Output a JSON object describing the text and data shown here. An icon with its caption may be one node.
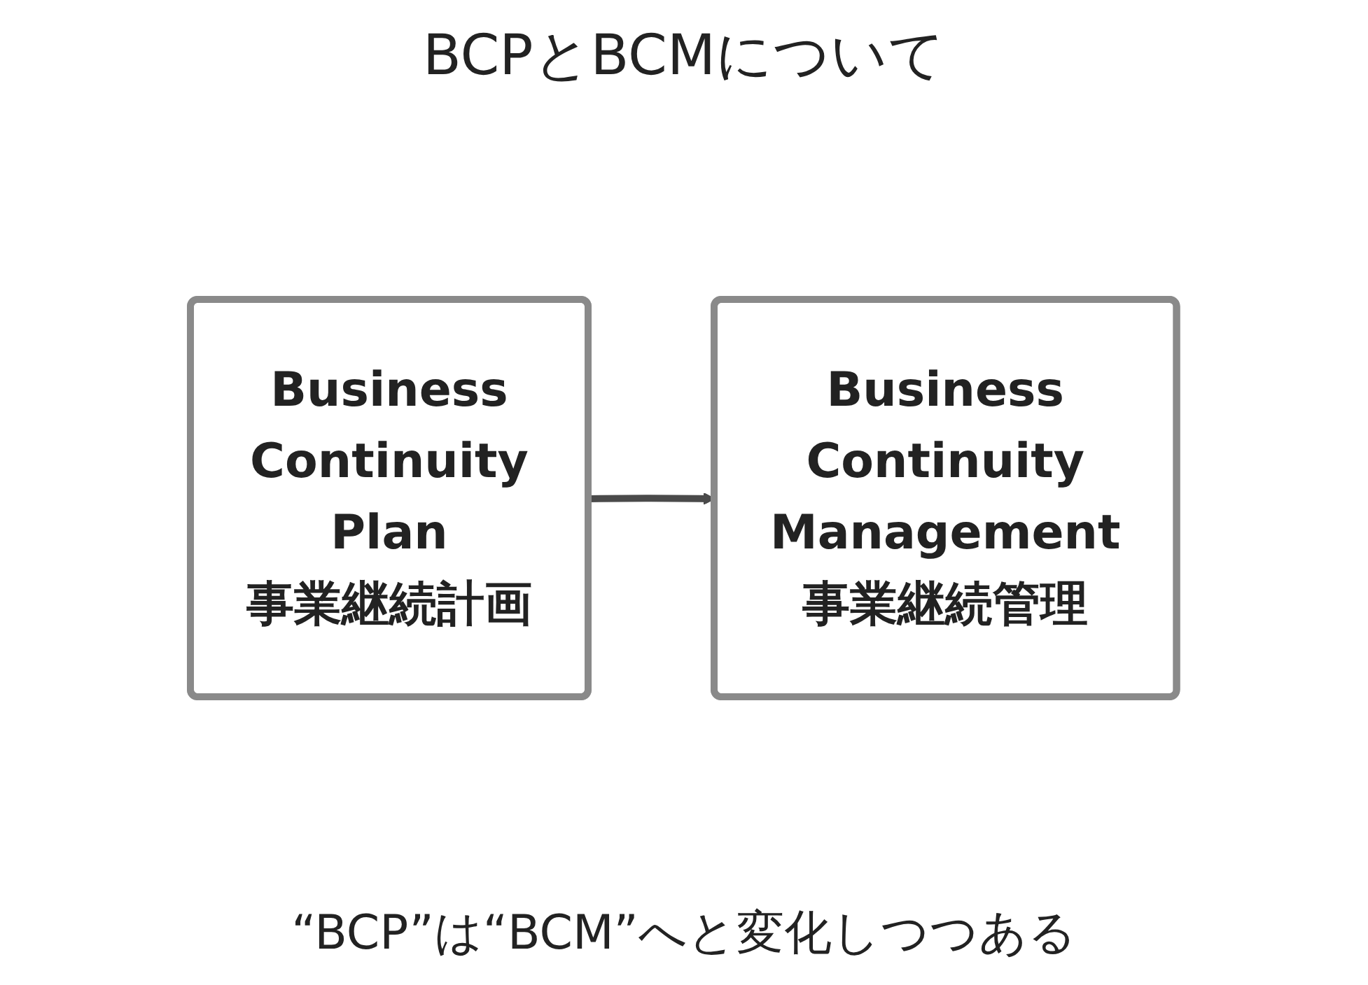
{
  "diagram": {
    "title": "BCPとBCMについて",
    "nodes": [
      {
        "text": [
          "Business",
          "Continuity",
          "Plan",
          "事業継続計画"
        ]
      },
      {
        "text": [
          "Business",
          "Continuity",
          "Management",
          "事業継続管理"
        ]
      }
    ],
    "edges": [
      {
        "from": 0,
        "to": 1,
        "arrow": "to"
      }
    ],
    "caption": "“BCP”は“BCM”へと変化しつつある"
  }
}
